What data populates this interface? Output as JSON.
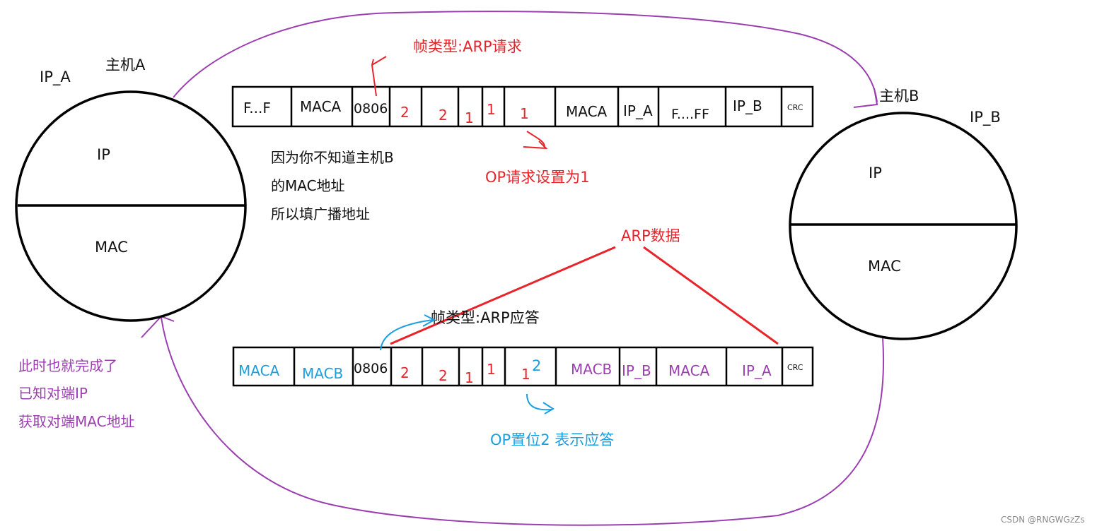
{
  "colors": {
    "black": "#111111",
    "red": "#e8242b",
    "blue": "#1a9fe0",
    "purple": "#9b3fb0",
    "gray": "#8a8a8a"
  },
  "host_a": {
    "name": "主机A",
    "ip_label": "IP_A",
    "top": "IP",
    "bottom": "MAC"
  },
  "host_b": {
    "name": "主机B",
    "ip_label": "IP_B",
    "top": "IP",
    "bottom": "MAC"
  },
  "request": {
    "frame_type": "帧类型:ARP请求",
    "fields": [
      "F...F",
      "MACA",
      "0806",
      "2",
      "2",
      "1",
      "1",
      "1",
      "MACA",
      "IP_A",
      "F....FF",
      "IP_B",
      "CRC"
    ],
    "note_lines": [
      "因为你不知道主机B",
      "的MAC地址",
      "所以填广播地址"
    ],
    "op_note": "OP请求设置为1"
  },
  "arp_data_label": "ARP数据",
  "reply": {
    "frame_type": "帧类型:ARP应答",
    "fields": [
      "MACA",
      "MACB",
      "0806",
      "2",
      "2",
      "1",
      "1",
      "1",
      "MACB",
      "IP_B",
      "MACA",
      "IP_A",
      "CRC"
    ],
    "op_overwrite": "2",
    "op_note": "OP置位2 表示应答"
  },
  "conclusion_lines": [
    "此时也就完成了",
    "已知对端IP",
    "获取对端MAC地址"
  ],
  "watermark": "CSDN @RNGWGzZs"
}
